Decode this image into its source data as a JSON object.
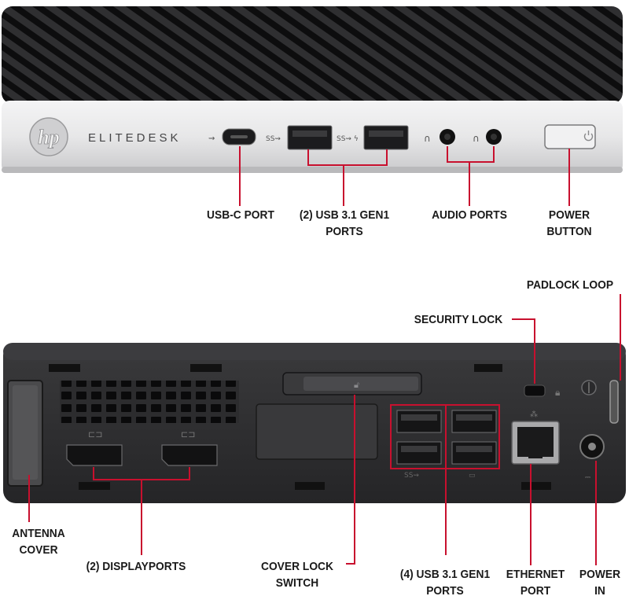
{
  "front": {
    "brand_text": "ELITEDESK",
    "labels": {
      "usb_c": [
        "USB-C PORT"
      ],
      "usb_31": [
        "(2) USB 3.1 GEN1",
        "PORTS"
      ],
      "audio": [
        "AUDIO PORTS"
      ],
      "power_button": [
        "POWER",
        "BUTTON"
      ]
    }
  },
  "rear": {
    "labels": {
      "padlock_loop": [
        "PADLOCK LOOP"
      ],
      "security_lock": [
        "SECURITY LOCK"
      ],
      "antenna_cover": [
        "ANTENNA",
        "COVER"
      ],
      "displayports": [
        "(2) DISPLAYPORTS"
      ],
      "cover_lock": [
        "COVER LOCK",
        "SWITCH"
      ],
      "usb_31": [
        "(4) USB 3.1 GEN1",
        "PORTS"
      ],
      "ethernet": [
        "ETHERNET",
        "PORT"
      ],
      "power_in": [
        "POWER",
        "IN"
      ]
    }
  },
  "colors": {
    "callout": "#c8102e",
    "chassis": "#2e2e30",
    "front_panel": "#e9e9ea",
    "port": "#1c1c1e"
  },
  "icons": {
    "logo": "hp-logo",
    "usb": "usb-icon",
    "headphone": "headphone-icon",
    "headset": "headset-icon",
    "power": "power-icon",
    "lock": "lock-icon",
    "displayport": "displayport-icon",
    "network": "network-icon"
  }
}
